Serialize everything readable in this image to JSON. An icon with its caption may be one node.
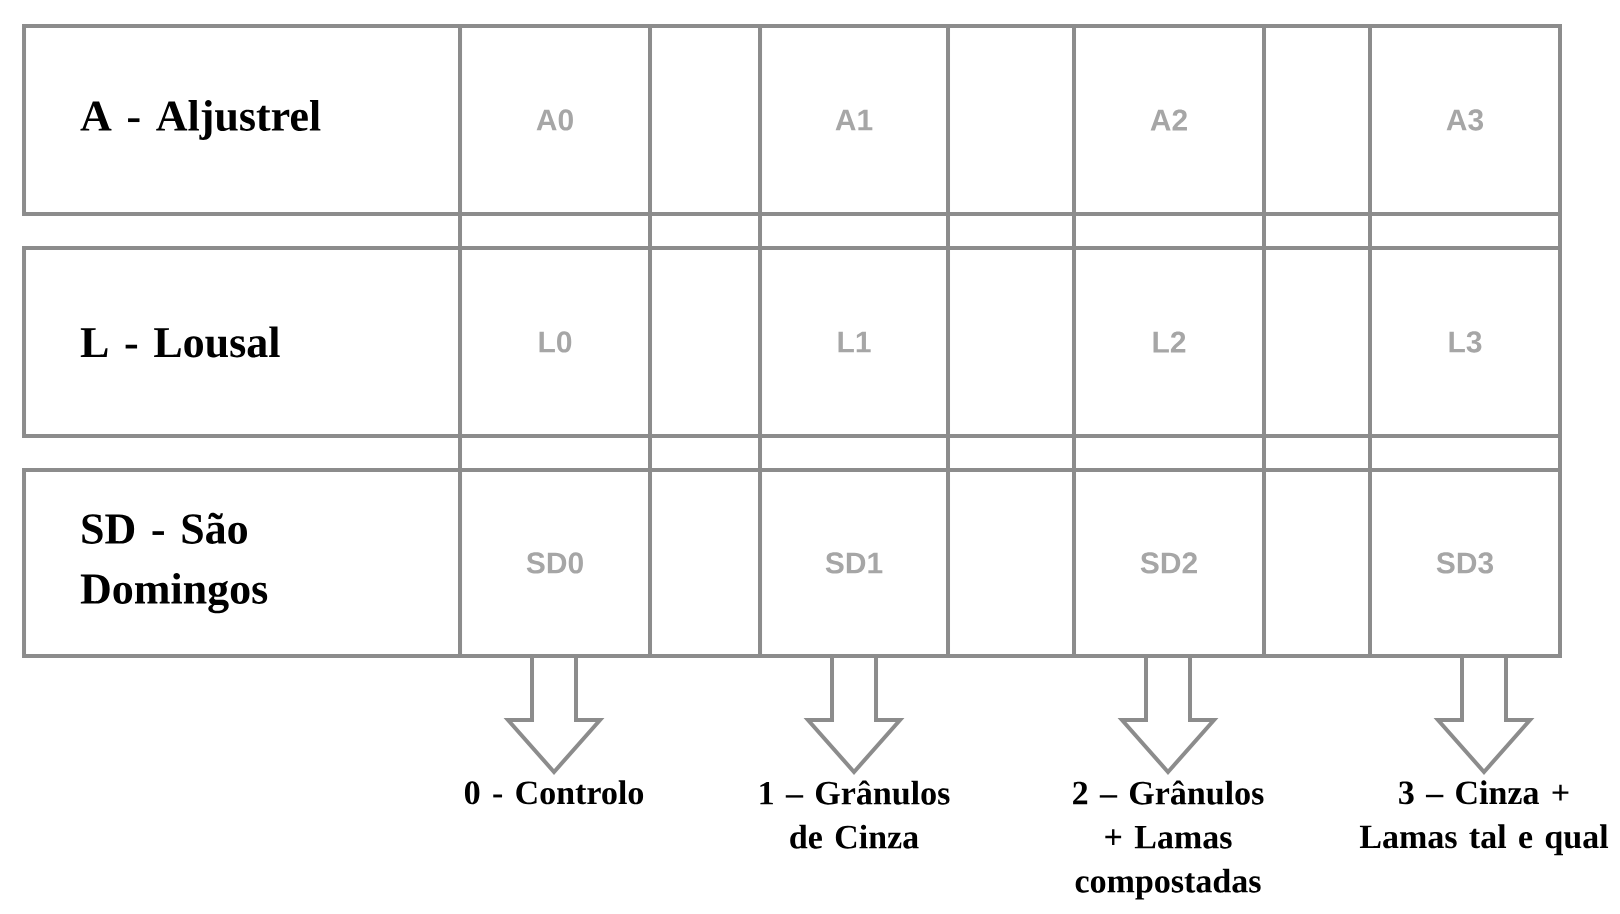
{
  "diagram": {
    "nodes": [
      {
        "text": [
          "A - Aljustrel"
        ]
      },
      {
        "text": [
          "A0"
        ]
      },
      {
        "text": [],
        "shape": "box"
      },
      {
        "text": [
          "A1"
        ]
      },
      {
        "text": [],
        "shape": "box"
      },
      {
        "text": [
          "A2"
        ]
      },
      {
        "text": [],
        "shape": "box"
      },
      {
        "text": [
          "A3"
        ]
      },
      {
        "text": [
          "L - Lousal"
        ]
      },
      {
        "text": [
          "L0"
        ]
      },
      {
        "text": [],
        "shape": "box"
      },
      {
        "text": [
          "L1"
        ]
      },
      {
        "text": [],
        "shape": "box"
      },
      {
        "text": [
          "L2"
        ]
      },
      {
        "text": [],
        "shape": "box"
      },
      {
        "text": [
          "L3"
        ]
      },
      {
        "text": [
          "SD - São Domingos"
        ]
      },
      {
        "text": [
          "SD0"
        ]
      },
      {
        "text": [],
        "shape": "box"
      },
      {
        "text": [
          "SD1"
        ]
      },
      {
        "text": [],
        "shape": "box"
      },
      {
        "text": [
          "SD2"
        ]
      },
      {
        "text": [],
        "shape": "box"
      },
      {
        "text": [
          "SD3"
        ]
      },
      {
        "text": [
          "0 - Controlo"
        ]
      },
      {
        "text": [
          "1 – Grânulos de Cinza"
        ]
      },
      {
        "text": [
          "2 – Grânulos + Lamas compostadas"
        ]
      },
      {
        "text": [
          "3 – Cinza + Lamas tal e qual"
        ]
      }
    ],
    "edges": [
      {
        "from": 17,
        "to": 24,
        "arrow": "to"
      },
      {
        "from": 19,
        "to": 25,
        "arrow": "to"
      },
      {
        "from": 21,
        "to": 26,
        "arrow": "to"
      },
      {
        "from": 23,
        "to": 27,
        "arrow": "to"
      }
    ]
  }
}
